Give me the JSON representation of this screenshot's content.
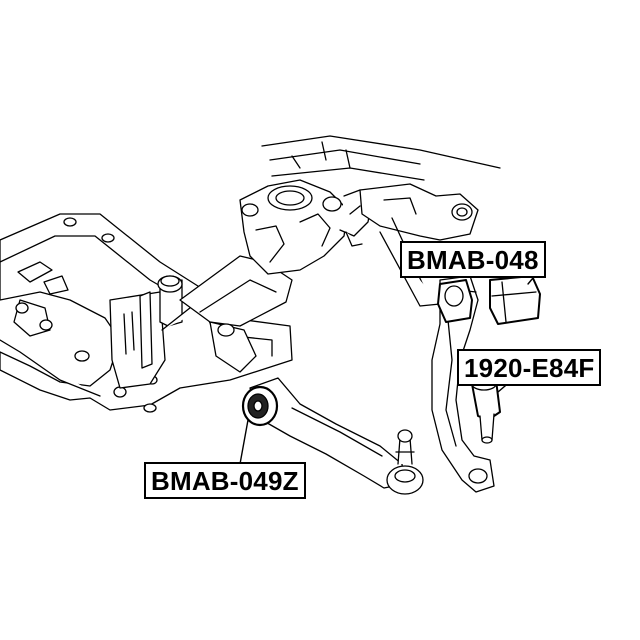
{
  "labels": {
    "bushing_048": "BMAB-048",
    "ball_joint": "1920-E84F",
    "bushing_049z": "BMAB-049Z"
  },
  "colors": {
    "line": "#000000",
    "background": "#ffffff",
    "highlight": "#222222"
  }
}
